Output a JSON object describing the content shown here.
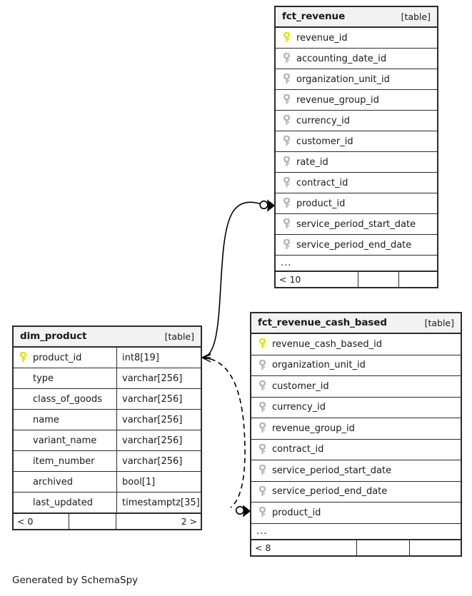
{
  "caption": "Generated by SchemaSpy",
  "kind_label": "[table]",
  "ellipsis": "...",
  "icons": {
    "primary_key": "key-icon-primary",
    "foreign_key": "key-icon-foreign"
  },
  "colors": {
    "primary_key": "#e3e300",
    "foreign_key": "#b5b5b5",
    "border": "#2b2b2b",
    "header_bg": "#f2f2f2",
    "background": "#ffffff"
  },
  "tables": [
    {
      "id": "fct-revenue",
      "name": "fct_revenue",
      "kind": "[table]",
      "show_types": false,
      "truncated": true,
      "columns": [
        {
          "name": "revenue_id",
          "key": "primary",
          "type": ""
        },
        {
          "name": "accounting_date_id",
          "key": "foreign",
          "type": ""
        },
        {
          "name": "organization_unit_id",
          "key": "foreign",
          "type": ""
        },
        {
          "name": "revenue_group_id",
          "key": "foreign",
          "type": ""
        },
        {
          "name": "currency_id",
          "key": "foreign",
          "type": ""
        },
        {
          "name": "customer_id",
          "key": "foreign",
          "type": ""
        },
        {
          "name": "rate_id",
          "key": "foreign",
          "type": ""
        },
        {
          "name": "contract_id",
          "key": "foreign",
          "type": ""
        },
        {
          "name": "product_id",
          "key": "foreign",
          "type": ""
        },
        {
          "name": "service_period_start_date",
          "key": "foreign",
          "type": ""
        },
        {
          "name": "service_period_end_date",
          "key": "foreign",
          "type": ""
        }
      ],
      "footer": {
        "left": "< 10",
        "middle": "",
        "right": ""
      }
    },
    {
      "id": "dim-product",
      "name": "dim_product",
      "kind": "[table]",
      "show_types": true,
      "truncated": false,
      "columns": [
        {
          "name": "product_id",
          "key": "primary",
          "type": "int8[19]"
        },
        {
          "name": "type",
          "key": "none",
          "type": "varchar[256]"
        },
        {
          "name": "class_of_goods",
          "key": "none",
          "type": "varchar[256]"
        },
        {
          "name": "name",
          "key": "none",
          "type": "varchar[256]"
        },
        {
          "name": "variant_name",
          "key": "none",
          "type": "varchar[256]"
        },
        {
          "name": "item_number",
          "key": "none",
          "type": "varchar[256]"
        },
        {
          "name": "archived",
          "key": "none",
          "type": "bool[1]"
        },
        {
          "name": "last_updated",
          "key": "none",
          "type": "timestamptz[35]"
        }
      ],
      "footer": {
        "left": "< 0",
        "middle": "",
        "right": "2 >"
      }
    },
    {
      "id": "fct-rev-cash",
      "name": "fct_revenue_cash_based",
      "kind": "[table]",
      "show_types": false,
      "truncated": true,
      "columns": [
        {
          "name": "revenue_cash_based_id",
          "key": "primary",
          "type": ""
        },
        {
          "name": "organization_unit_id",
          "key": "foreign",
          "type": ""
        },
        {
          "name": "customer_id",
          "key": "foreign",
          "type": ""
        },
        {
          "name": "currency_id",
          "key": "foreign",
          "type": ""
        },
        {
          "name": "revenue_group_id",
          "key": "foreign",
          "type": ""
        },
        {
          "name": "contract_id",
          "key": "foreign",
          "type": ""
        },
        {
          "name": "service_period_start_date",
          "key": "foreign",
          "type": ""
        },
        {
          "name": "service_period_end_date",
          "key": "foreign",
          "type": ""
        },
        {
          "name": "product_id",
          "key": "foreign",
          "type": ""
        }
      ],
      "footer": {
        "left": "< 8",
        "middle": "",
        "right": ""
      }
    }
  ],
  "relationships": [
    {
      "id": "rel-dim-product-to-fct-revenue",
      "from_table": "dim_product",
      "from_column": "product_id",
      "to_table": "fct_revenue",
      "to_column": "product_id",
      "style": "solid",
      "end_marker": "zero-or-many"
    },
    {
      "id": "rel-dim-product-to-fct-rev-cash",
      "from_table": "dim_product",
      "from_column": "product_id",
      "to_table": "fct_revenue_cash_based",
      "to_column": "product_id",
      "style": "dashed",
      "end_marker": "zero-or-many"
    }
  ]
}
